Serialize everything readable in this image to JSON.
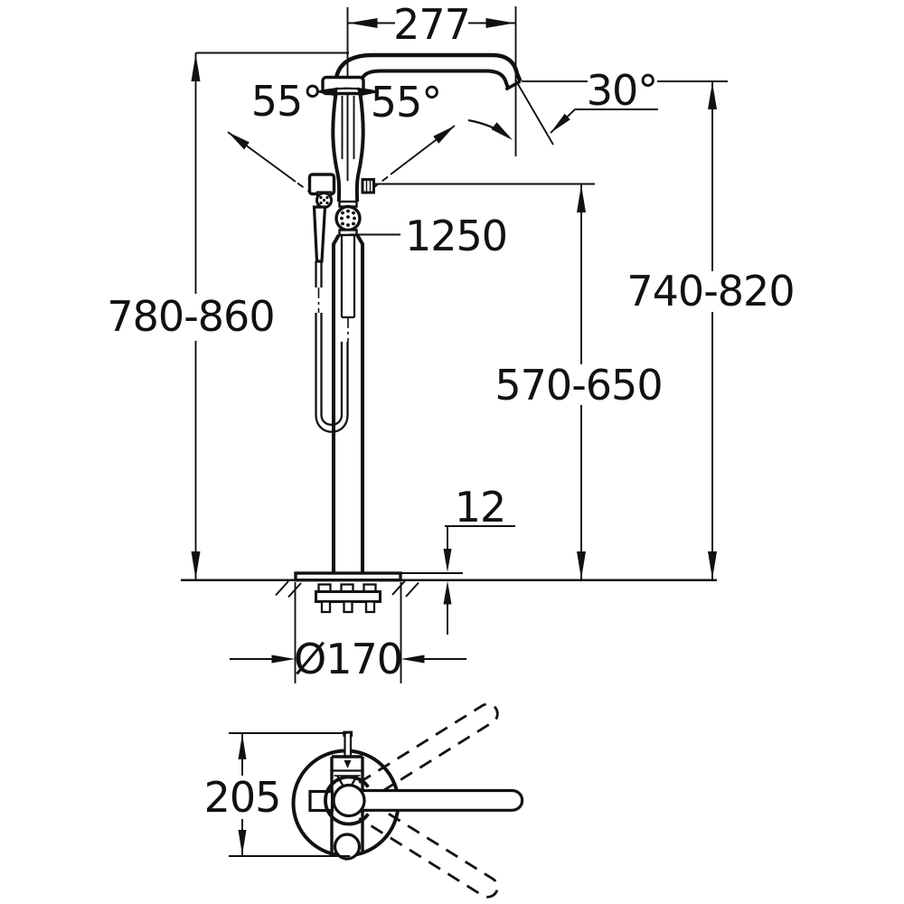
{
  "drawing": {
    "kind": "technical dimension drawing",
    "subject": "floor-standing bath/shower mixer with hand shower",
    "units": "mm",
    "line_color": "#111111",
    "background": "#ffffff"
  },
  "dimensions": {
    "spout_reach": "277",
    "swivel_left": "55°",
    "swivel_right": "55°",
    "spout_angle": "30°",
    "hose_length": "1250",
    "overall_height": "780-860",
    "outlet_height": "740-820",
    "connection_height": "570-650",
    "base_plate_height": "12",
    "base_plate_diameter": "Ø170",
    "plan_depth": "205"
  }
}
